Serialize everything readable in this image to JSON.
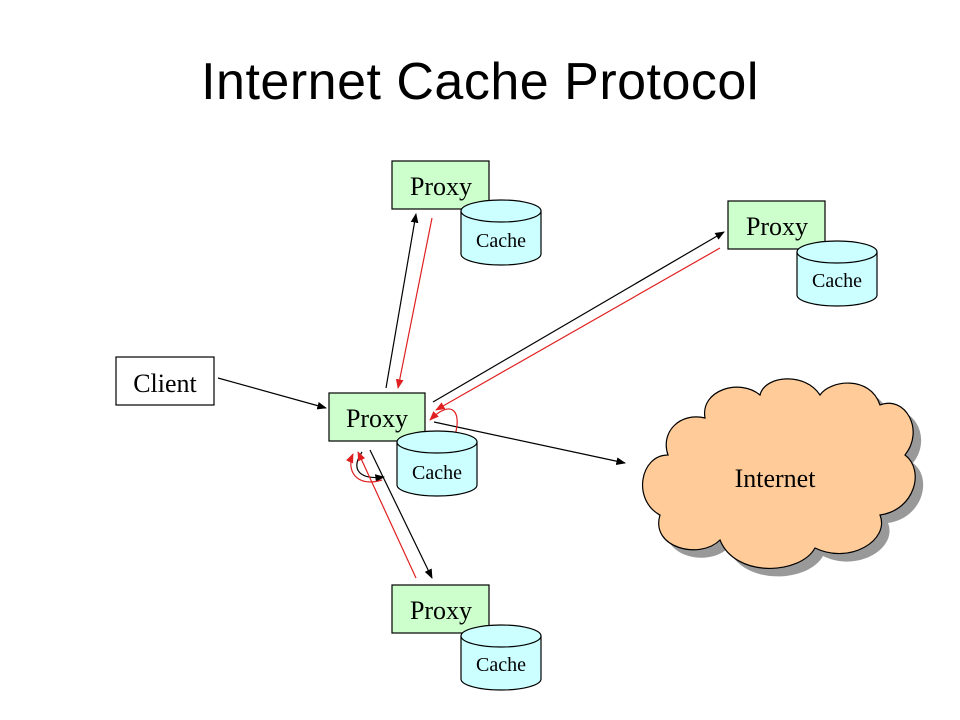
{
  "title": "Internet Cache Protocol",
  "nodes": {
    "client": "Client",
    "proxy_center": "Proxy",
    "proxy_top": "Proxy",
    "proxy_right": "Proxy",
    "proxy_bottom": "Proxy",
    "internet": "Internet"
  },
  "caches": {
    "center": "Cache",
    "top": "Cache",
    "right": "Cache",
    "bottom": "Cache"
  },
  "colors": {
    "proxy_fill": "#ccffcc",
    "cache_fill": "#ccffff",
    "cloud_fill": "#ffcc99",
    "cloud_shadow": "#999999",
    "query_arrow": "#000000",
    "reply_arrow": "#e02020"
  }
}
